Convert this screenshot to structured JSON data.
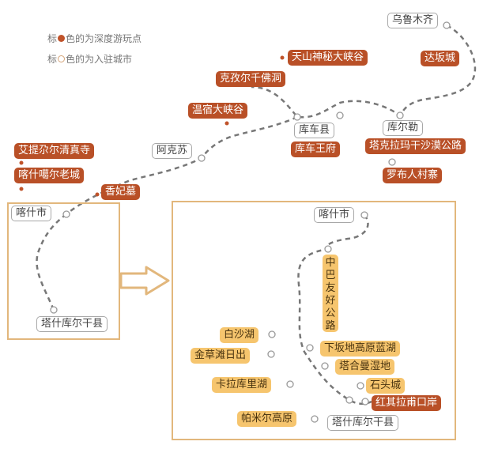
{
  "legend": {
    "spot_prefix": "标",
    "spot_suffix": "色的为深度游玩点",
    "city_prefix": "标",
    "city_suffix": "色的为入驻城市"
  },
  "colors": {
    "spot_fill": "#b95027",
    "inset_spot_fill": "#f6c56e",
    "frame": "#e2b77c",
    "route_line": "#777777"
  },
  "map": {
    "cities": {
      "urumqi": "乌鲁木齐",
      "kuerle": "库尔勒",
      "kuche": "库车县",
      "akesu": "阿克苏",
      "kashi": "喀什市",
      "tashkurgan": "塔什库尔干县"
    },
    "spots": {
      "dabancheng": "达坂城",
      "tianshan": "天山神秘大峡谷",
      "kizil": "克孜尔千佛洞",
      "wensu": "温宿大峡谷",
      "kuche_palace": "库车王府",
      "taklimakan": "塔克拉玛干沙漠公路",
      "lopnur": "罗布人村寨",
      "idkah": "艾提尕尔清真寺",
      "kashgar_oldtown": "喀什噶尔老城",
      "xiangfei": "香妃墓"
    }
  },
  "inset": {
    "kashi": "喀什市",
    "tashkurgan": "塔什库尔干县",
    "road_vertical": "中巴友好公路",
    "spots": {
      "baisha": "白沙湖",
      "jincaotan": "金草滩日出",
      "karakul": "卡拉库里湖",
      "pamir": "帕米尔高原",
      "xiabandi": "下坂地高原蓝湖",
      "tahman": "塔合曼湿地",
      "stone_city": "石头城",
      "khunjerab": "红其拉甫口岸"
    }
  }
}
